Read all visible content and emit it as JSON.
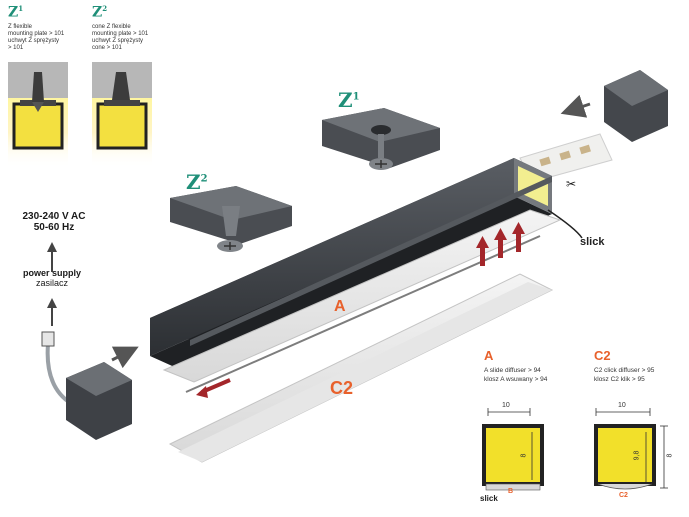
{
  "mount_z1": {
    "label": "Z",
    "sup": "1",
    "line1": "Z flexible",
    "line2": "mounting plate > 101",
    "line3": "uchwyt Z sprężysty",
    "line4": "> 101"
  },
  "mount_z2": {
    "label": "Z",
    "sup": "2",
    "line1": "cone Z flexible",
    "line2": "mounting plate > 101",
    "line3": "uchwyt Z sprężysty",
    "line4": "cone > 101"
  },
  "power": {
    "voltage": "230-240 V AC",
    "frequency": "50-60 Hz",
    "supply_en": "power supply",
    "supply_pl": "zasilacz"
  },
  "diagram": {
    "z1_label": "Z",
    "z1_sup": "1",
    "z2_label": "Z",
    "z2_sup": "2",
    "diffuser_a": "A",
    "diffuser_c2": "C2",
    "slick": "slick"
  },
  "profile_a": {
    "letter": "A",
    "line1": "A slide diffuser > 94",
    "line2": "klosz A wsuwany > 94",
    "width": "10",
    "height": "8",
    "bottom_label": "B",
    "slick": "slick"
  },
  "profile_c2": {
    "letter": "C2",
    "line1": "C2 click diffuser > 95",
    "line2": "klosz C2 klik > 95",
    "width": "10",
    "inner_height": "9,8",
    "outer_height": "8",
    "bottom_label": "C2"
  },
  "colors": {
    "accent_orange": "#e8612c",
    "teal": "#1f8f78",
    "profile_dark": "#3a3d42",
    "led_yellow": "#f5e23a",
    "arrow_red": "#a3262a"
  }
}
